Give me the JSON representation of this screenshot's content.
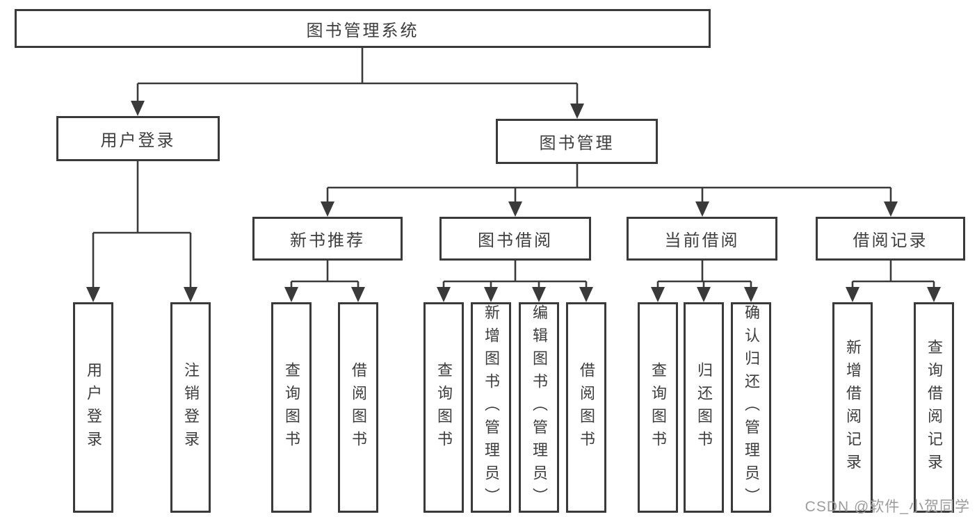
{
  "diagram": {
    "colors": {
      "line": "#3a3a3a",
      "text": "#3d3d3d",
      "box_background": "#ffffff",
      "page_background": "#ffffff"
    },
    "root": {
      "label": "图书管理系统"
    },
    "branches": [
      {
        "label": "用户登录",
        "children": [
          {
            "label": "用户登录"
          },
          {
            "label": "注销登录"
          }
        ]
      },
      {
        "label": "图书管理",
        "groups": [
          {
            "label": "新书推荐",
            "children": [
              {
                "label": "查询图书"
              },
              {
                "label": "借阅图书"
              }
            ]
          },
          {
            "label": "图书借阅",
            "children": [
              {
                "label": "查询图书"
              },
              {
                "label": "新增图书（管理员）"
              },
              {
                "label": "编辑图书（管理员）"
              },
              {
                "label": "借阅图书"
              }
            ]
          },
          {
            "label": "当前借阅",
            "children": [
              {
                "label": "查询图书"
              },
              {
                "label": "归还图书"
              },
              {
                "label": "确认归还（管理员）"
              }
            ]
          },
          {
            "label": "借阅记录",
            "children": [
              {
                "label": "新增借阅记录"
              },
              {
                "label": "查询借阅记录"
              }
            ]
          }
        ]
      }
    ]
  },
  "watermark": {
    "text": "CSDN @软件_小贺同学",
    "color": "#9b9b9b"
  }
}
